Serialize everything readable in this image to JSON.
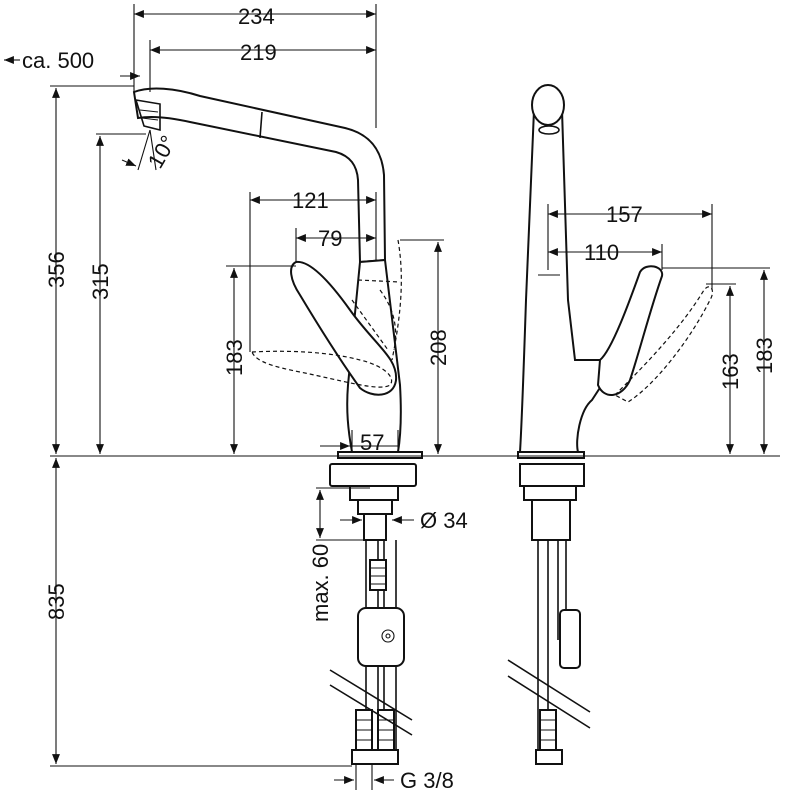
{
  "dimensions": {
    "width_total": "234",
    "width_spout": "219",
    "pullout_length": "ca. 500",
    "spout_angle": "10°",
    "height_total": "356",
    "height_spout": "315",
    "lever_reach": "121",
    "lever_offset": "79",
    "height_lever_side": "183",
    "height_body": "208",
    "base_diameter": "57",
    "max_deck": "max. 60",
    "hole_diameter": "Ø 34",
    "hose_length": "835",
    "connection": "G 3/8",
    "lever_reach_front": "157",
    "lever_offset_front": "110",
    "lever_height_low": "163",
    "lever_height_high": "183"
  }
}
